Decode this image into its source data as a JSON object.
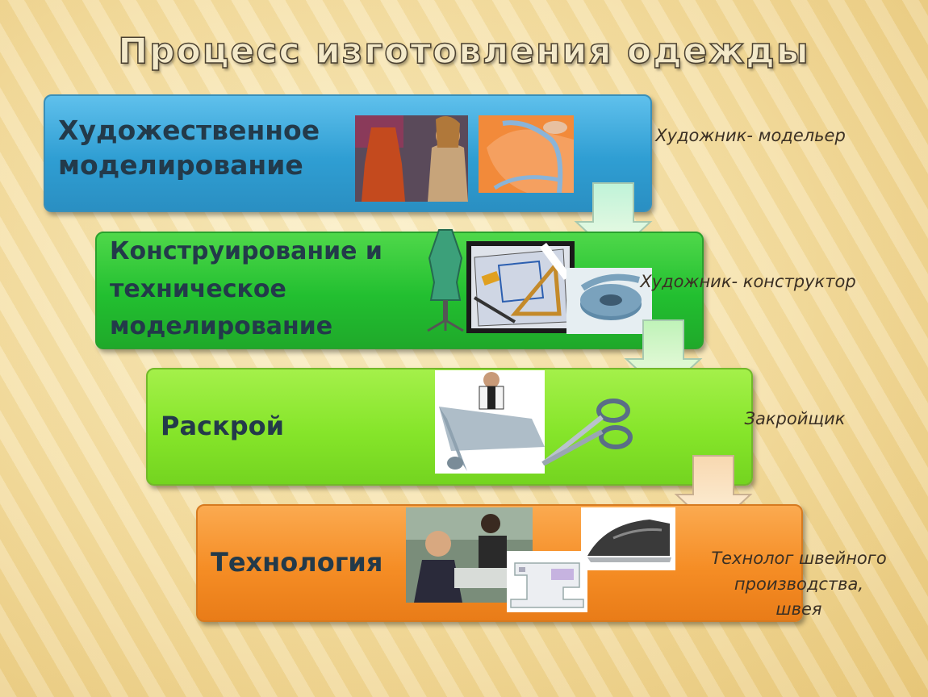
{
  "title": "Процесс изготовления одежды",
  "stages": [
    {
      "label_lines": [
        "Художественное",
        "моделирование"
      ],
      "role": "Художник- модельер",
      "color": "#2f9ed3"
    },
    {
      "label_lines": [
        "Конструирование и",
        "техническое",
        "моделирование"
      ],
      "role": "Художник- конструктор",
      "color": "#22bf30"
    },
    {
      "label_lines": [
        "Раскрой"
      ],
      "role": "Закройщик",
      "color": "#86e52a"
    },
    {
      "label_lines": [
        "Технология"
      ],
      "role_lines": [
        "Технолог швейного",
        "производства,",
        "швея"
      ],
      "color": "#f58d25"
    }
  ],
  "icons": [
    "dress-photo",
    "tape-measure-photo",
    "mannequin-icon",
    "drafting-tools-icon",
    "tape-roll-photo",
    "cutter-photo",
    "scissors-icon",
    "sewing-workshop-photo",
    "sewing-machine-photo",
    "iron-photo",
    "down-arrow-icon"
  ]
}
